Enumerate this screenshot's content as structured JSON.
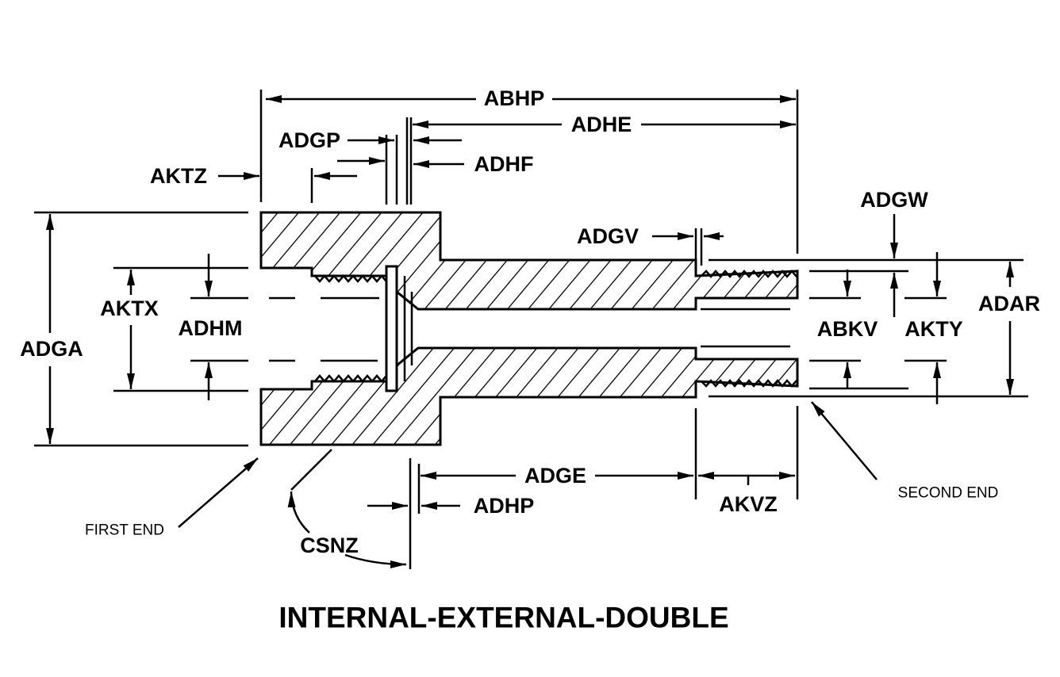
{
  "title": "INTERNAL-EXTERNAL-DOUBLE",
  "labels": {
    "abhp": "ABHP",
    "adhe": "ADHE",
    "adgp": "ADGP",
    "adhf": "ADHF",
    "aktz": "AKTZ",
    "adgw": "ADGW",
    "adgv": "ADGV",
    "aktx": "AKTX",
    "adhm": "ADHM",
    "adga": "ADGA",
    "abkv": "ABKV",
    "akty": "AKTY",
    "adar": "ADAR",
    "adge": "ADGE",
    "adhp": "ADHP",
    "akvz": "AKVZ",
    "csnz": "CSNZ"
  },
  "notes": {
    "first_end": "FIRST END",
    "second_end": "SECOND END"
  }
}
